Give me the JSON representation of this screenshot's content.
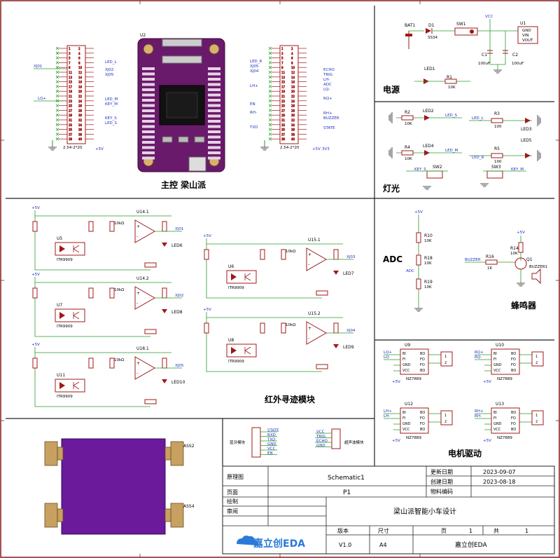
{
  "sections": {
    "main_control": "主控 梁山派",
    "power": "电源",
    "lights": "灯光",
    "adc": "ADC",
    "buzzer": "蜂鸣器",
    "ir_tracking": "红外寻迹模块",
    "motor_drive": "电机驱动",
    "bluetooth": "蓝牙模块",
    "ultrasonic": "超声波模块"
  },
  "components": {
    "U2": "U2",
    "header_left_part": "2.54-2*20",
    "header_right_part": "2.54-2*20",
    "U1": "U1",
    "SW1": "SW1",
    "D1": "D1",
    "D1_part": "SS34",
    "BAT": "BAT1",
    "C1": "C1",
    "C1_val": "100uF",
    "C2": "C2",
    "C2_val": "100uF",
    "LED1": "LED1",
    "R1": "R1",
    "R1_val": "10K",
    "R2": "R2",
    "R2_val": "10K",
    "LED2": "LED2",
    "R3": "R3",
    "R3_val": "100",
    "LED3": "LED3",
    "R4": "R4",
    "R4_val": "10K",
    "LED4": "LED4",
    "R5": "R5",
    "R5_val": "100",
    "LED5": "LED5",
    "SW2": "SW2",
    "SW3": "SW3",
    "R10": "R10",
    "R10_val": "10K",
    "R18": "R18",
    "R18_val": "10K",
    "R19": "R19",
    "R19_val": "10K",
    "R14": "R14",
    "R14_val": "10K",
    "R16": "R16",
    "R16_val": "1K",
    "Q1": "Q1",
    "BUZZER": "BUZZER1",
    "U9": "U9",
    "U10": "U10",
    "U12": "U12",
    "U13": "U13",
    "driver_part": "NZ7889",
    "ir_rows": [
      {
        "opto": "U5",
        "amp": "U14.1",
        "led": "LED6",
        "net": "XJ01"
      },
      {
        "opto": "U7",
        "amp": "U14.2",
        "led": "LED8",
        "net": "XJ02"
      },
      {
        "opto": "U11",
        "amp": "U18.1",
        "led": "LED10",
        "net": "XJ05"
      },
      {
        "opto": "U6",
        "amp": "U15.1",
        "led": "LED7",
        "net": "XJ03"
      },
      {
        "opto": "U8",
        "amp": "U15.2",
        "led": "LED9",
        "net": "XJ04"
      }
    ],
    "opto_part": "ITR9909",
    "pot_val": "10kΩ",
    "ASS2": "ASS2",
    "ASS4": "ASS4"
  },
  "nets": {
    "vcc": "VCC",
    "plus5v": "+5V",
    "v33": "3V3",
    "left_header": [
      "XJ01",
      "LQ+",
      "LED_L",
      "XJ02",
      "XJ05",
      "LED_M",
      "KEY_M",
      "KEY_S",
      "LED_S"
    ],
    "right_header": [
      "LED_R",
      "XJ05",
      "XJ04",
      "LH+",
      "EN",
      "RH-",
      "TXD",
      "ECHO",
      "TRIG",
      "LH-",
      "ADC",
      "LQ-",
      "RQ+",
      "RH+",
      "BUZZER",
      "STATE"
    ],
    "lights_nets": [
      "LED_S",
      "LED_L",
      "LED_M",
      "LED_R",
      "KEY_S",
      "KEY_M"
    ],
    "adc": "ADC",
    "buzzer": "BUZZER",
    "motor_nets": [
      "LQ+",
      "LQ-",
      "RQ+",
      "RQ-",
      "LH+",
      "LH-",
      "RH+",
      "RH-"
    ],
    "driver_pins_left": [
      "BI",
      "FI",
      "GND",
      "VCC"
    ],
    "driver_pins_right": [
      "BO",
      "FO",
      "FO",
      "BO"
    ],
    "bt_pins": [
      "STATE",
      "RXD",
      "TXD",
      "GND",
      "VCC",
      "EN"
    ],
    "us_pins": [
      "VCC",
      "TRIG",
      "ECHO",
      "GND"
    ]
  },
  "title_block": {
    "left_labels": [
      "原理图",
      "页面",
      "绘制",
      "审阅"
    ],
    "schematic_name": "Schematic1",
    "page_name": "P1",
    "update_date_label": "更新日期",
    "update_date": "2023-09-07",
    "create_date_label": "创建日期",
    "create_date": "2023-08-18",
    "material_code_label": "物料编码",
    "project_title": "梁山派智能小车设计",
    "version_label": "版本",
    "size_label": "尺寸",
    "page_label": "页",
    "total_label": "共",
    "version": "V1.0",
    "size": "A4",
    "page_no": "1",
    "total_no": "1",
    "company": "嘉立创EDA",
    "logo": "嘉立创EDA"
  },
  "colors": {
    "wire": "#2a9a2a",
    "part": "#a01818",
    "border": "#8b1a1a",
    "net_label": "#2030c0",
    "board": "#6a1a6a",
    "chassis": "#6a1a9a"
  }
}
